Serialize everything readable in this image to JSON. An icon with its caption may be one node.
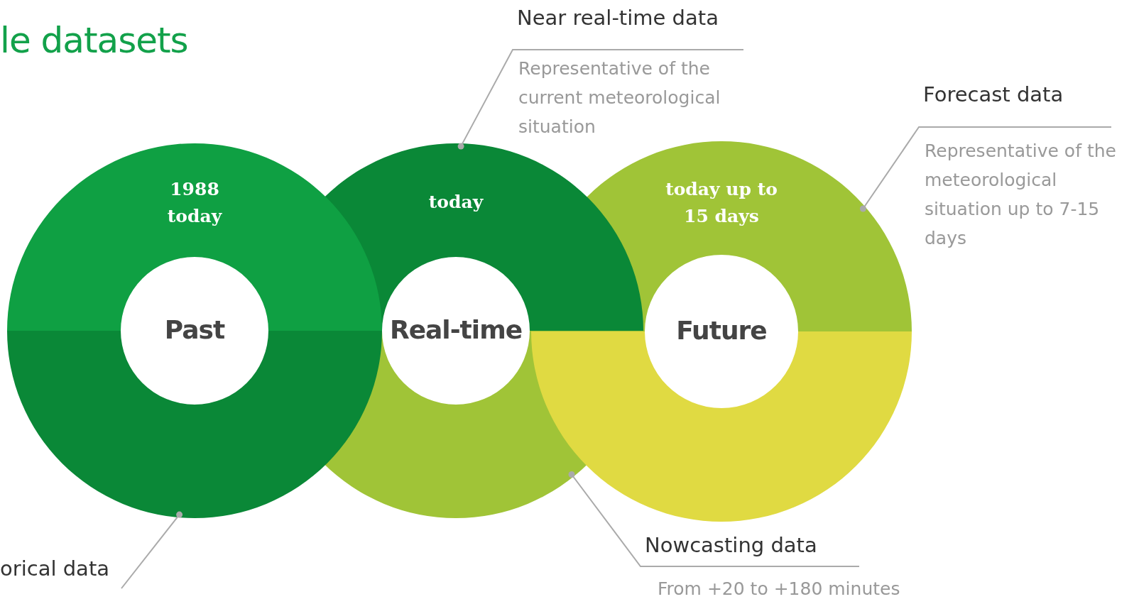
{
  "diagram": {
    "title": "le datasets",
    "nodes": [
      {
        "text": [
          "1988 today",
          "Past"
        ]
      },
      {
        "text": [
          "today",
          "Real-time"
        ]
      },
      {
        "text": [
          "today up to 15 days",
          "Future"
        ]
      },
      {
        "text": [
          "Near real-time data",
          "Representative of the current meteorological situation"
        ]
      },
      {
        "text": [
          "Forecast data",
          "Representative of the meteorological situation up to 7-15 days"
        ]
      },
      {
        "text": [
          "Nowcasting data",
          "From +20 to +180 minutes"
        ]
      },
      {
        "text": [
          "orical data"
        ]
      },
      {
        "text": [],
        "shape": "arc"
      },
      {
        "text": [],
        "shape": "arc"
      },
      {
        "text": [],
        "shape": "arc"
      }
    ],
    "edges": [
      {
        "from": 3,
        "to": 1,
        "arrow": "other"
      },
      {
        "from": 4,
        "to": 2,
        "arrow": "other"
      },
      {
        "from": 5,
        "to": 8,
        "arrow": "other"
      },
      {
        "from": 6,
        "to": 7,
        "arrow": "other"
      }
    ]
  }
}
